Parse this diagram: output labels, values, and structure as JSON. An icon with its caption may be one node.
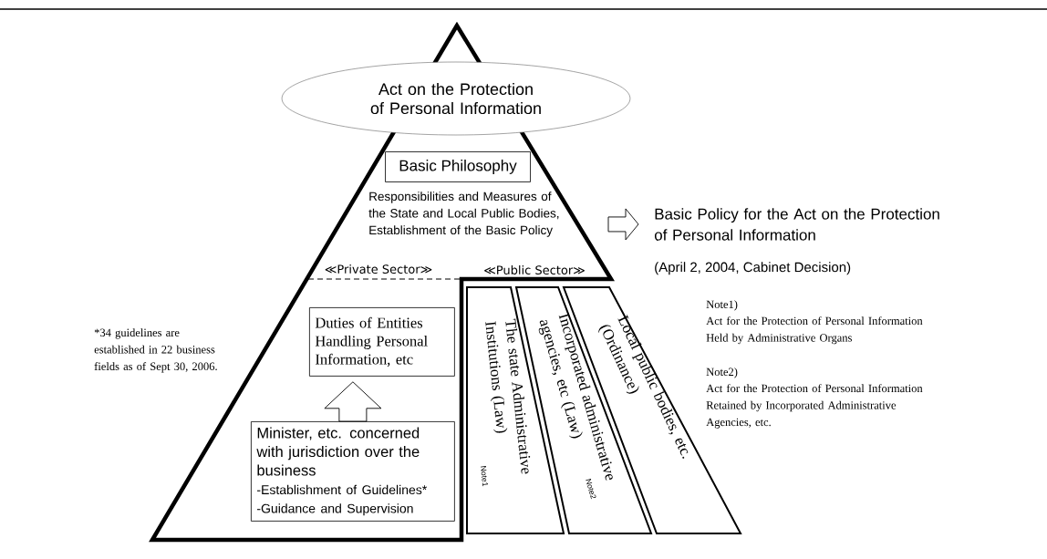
{
  "diagram": {
    "nodes": [
      {
        "text": [
          "Act on the Protection of Personal Information"
        ]
      },
      {
        "text": [
          "Basic Philosophy"
        ]
      },
      {
        "text": [
          "Responsibilities and Measures of the State and Local Public Bodies, Establishment of the Basic Policy"
        ]
      },
      {
        "text": [
          "Basic Policy for the Act on the Protection of Personal Information"
        ]
      },
      {
        "text": [
          "Duties of Entities Handling Personal Information, etc"
        ]
      },
      {
        "text": [
          "Minister, etc. concerned with jurisdiction over the business",
          "-Establishment of Guidelines*",
          "-Guidance and Supervision"
        ]
      },
      {
        "text": [
          "The state Administrative Institutions (Law)",
          "Note1"
        ]
      },
      {
        "text": [
          "Incorporated administrative agencies, etc (Law)",
          "Note2"
        ]
      },
      {
        "text": [
          "Local public bodies, etc. (Ordinance)"
        ]
      }
    ],
    "edges": [
      {
        "from": 5,
        "to": 4,
        "arrow": "to"
      },
      {
        "from": null,
        "to": 3,
        "arrow": "to"
      }
    ],
    "labels": [
      "≪Private Sector≫",
      "≪Public Sector≫",
      "(April 2, 2004, Cabinet Decision)",
      "*34 guidelines are established in 22 business fields as of Sept 30, 2006.",
      "Note1)",
      "Act for the Protection of Personal Information Held by Administrative Organs",
      "Note2)",
      "Act for the Protection of Personal Information Retained by Incorporated Administrative Agencies, etc."
    ]
  }
}
